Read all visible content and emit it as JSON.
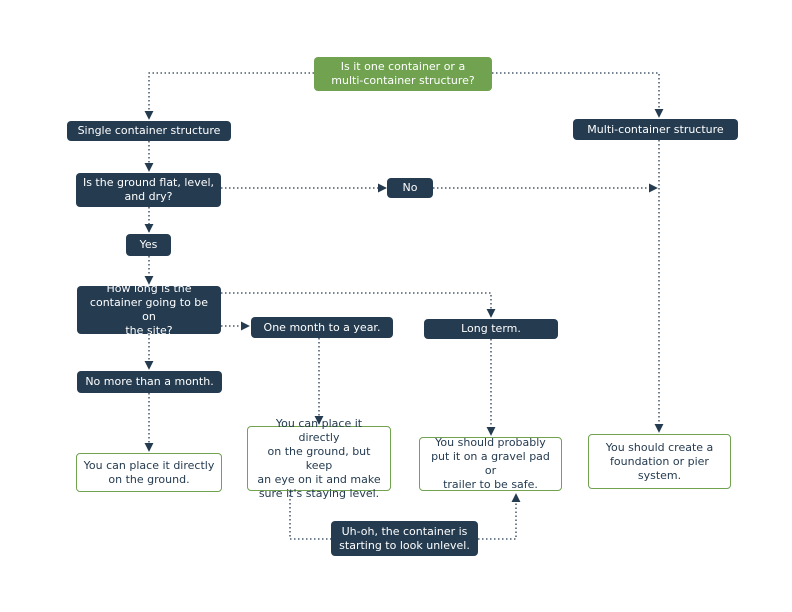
{
  "colors": {
    "dark": "#243b50",
    "green": "#70a250",
    "line": "#243b50"
  },
  "nodes": {
    "start": "Is it one container or a\nmulti-container structure?",
    "single": "Single container structure",
    "multi": "Multi-container structure",
    "ground_q": "Is the ground flat, level,\nand dry?",
    "no": "No",
    "yes": "Yes",
    "howlong_q": "How long is the\ncontainer going to be on\nthe site?",
    "month_year": "One month to a year.",
    "long_term": "Long term.",
    "no_more_month": "No more than a month.",
    "res_ground": "You can place it directly\non the ground.",
    "res_keep_eye": "You can place it directly\non the ground, but keep\nan eye on it and make\nsure it's staying level.",
    "res_gravel": "You should probably\nput it on a gravel pad or\ntrailer to be safe.",
    "res_foundation": "You should create a\nfoundation or pier\nsystem.",
    "uh_oh": "Uh-oh, the container is\nstarting to look unlevel."
  }
}
